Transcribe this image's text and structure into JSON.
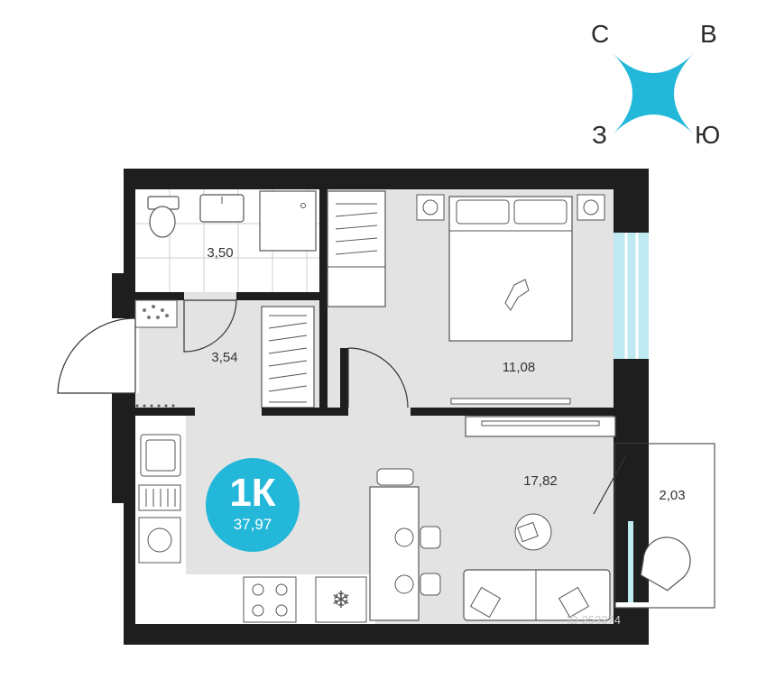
{
  "compass": {
    "north": "С",
    "east": "В",
    "west": "З",
    "south": "Ю",
    "color": "#23b7d9"
  },
  "badge": {
    "type": "1К",
    "total_area": "37,97",
    "color": "#23b7d9"
  },
  "rooms": {
    "bathroom": "3,50",
    "hallway": "3,54",
    "bedroom": "11,08",
    "living": "17,82",
    "balcony": "2,03"
  },
  "watermark": "ID 253374",
  "colors": {
    "wall": "#1e1e1e",
    "floor": "#e3e3e3",
    "accent": "#23b7d9",
    "window": "#bfeaf2"
  }
}
